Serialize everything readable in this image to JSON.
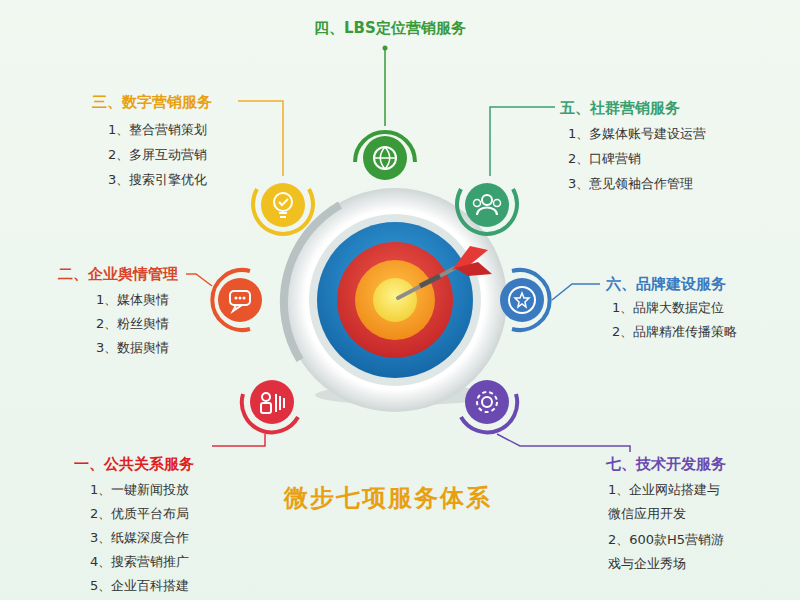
{
  "diagram": {
    "title": "微步七项服务体系",
    "labels": [
      "四、LBS定位营销服务",
      "三、数字营销服务",
      "1、整合营销策划",
      "2、多屏互动营销",
      "3、搜索引擎优化",
      "五、社群营销服务",
      "1、多媒体账号建设运营",
      "2、口碑营销",
      "3、意见领袖合作管理",
      "二、企业舆情管理",
      "1、媒体舆情",
      "2、粉丝舆情",
      "3、数据舆情",
      "六、品牌建设服务",
      "1、品牌大数据定位",
      "2、品牌精准传播策略",
      "一、公共关系服务",
      "1、一键新闻投放",
      "2、优质平台布局",
      "3、纸媒深度合作",
      "4、搜索营销推广",
      "5、企业百科搭建",
      "七、技术开发服务",
      "1、企业网站搭建与 微信应用开发",
      "2、600款H5营销游 戏与企业秀场"
    ]
  }
}
